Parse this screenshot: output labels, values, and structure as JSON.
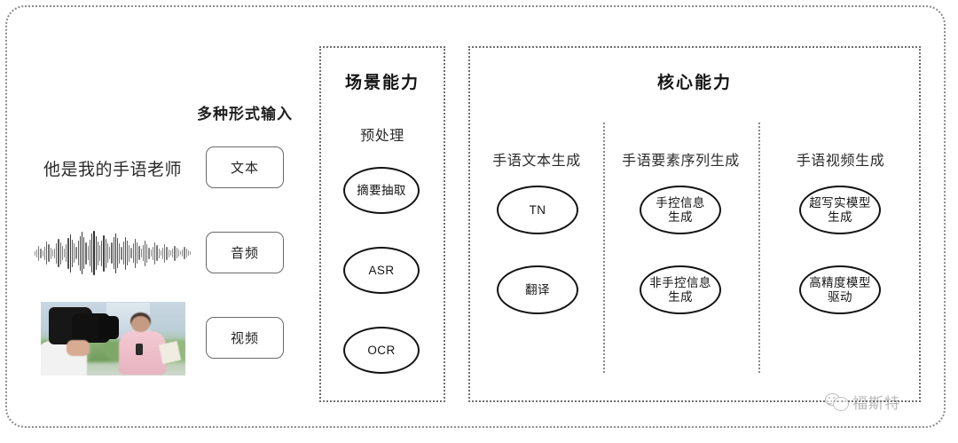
{
  "diagram": {
    "input_section": {
      "title": "多种形式输入",
      "sentence_sample": "他是我的手语老师",
      "modalities": [
        {
          "chip": "文本",
          "sample_kind": "text-sentence"
        },
        {
          "chip": "音频",
          "sample_kind": "audio-waveform"
        },
        {
          "chip": "视频",
          "sample_kind": "video-thumbnail"
        }
      ]
    },
    "scene_panel": {
      "title": "场景能力",
      "group_label": "预处理",
      "nodes": [
        "摘要抽取",
        "ASR",
        "OCR"
      ]
    },
    "core_panel": {
      "title": "核心能力",
      "columns": [
        {
          "label": "手语文本生成",
          "nodes": [
            "TN",
            "翻译"
          ]
        },
        {
          "label": "手语要素序列生成",
          "nodes": [
            "手控信息\n生成",
            "非手控信息\n生成"
          ]
        },
        {
          "label": "手语视频生成",
          "nodes": [
            "超写实模型\n生成",
            "高精度模型\n驱动"
          ]
        }
      ]
    },
    "watermark": {
      "icon": "wechat-icon",
      "text": "福斯特"
    },
    "colors": {
      "frame_border": "#8b8b8b",
      "panel_border": "#6f6f6f",
      "node_border": "#131313",
      "chip_border": "#6a6a6a",
      "text": "#1c1c1c",
      "watermark": "#8d8d8d"
    }
  }
}
